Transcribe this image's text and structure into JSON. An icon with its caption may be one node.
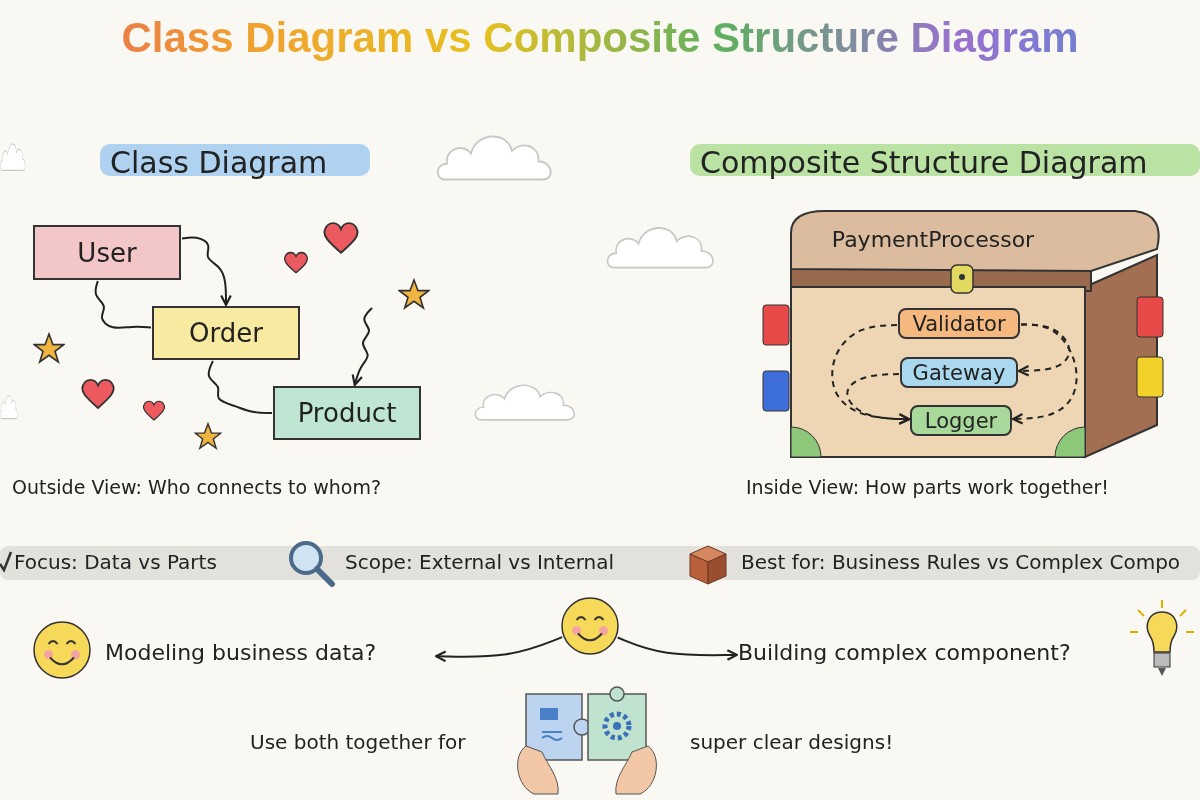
{
  "diagram": {
    "title": "Class Diagram vs Composite Structure Diagram",
    "nodes": [
      {
        "text": [
          "User"
        ]
      },
      {
        "text": [
          "Order"
        ]
      },
      {
        "text": [
          "Product"
        ]
      },
      {
        "text": [
          "PaymentProcessor"
        ]
      },
      {
        "text": [
          "Validator"
        ],
        "in": 3
      },
      {
        "text": [
          "Gateway"
        ],
        "in": 3
      },
      {
        "text": [
          "Logger"
        ],
        "in": 3
      },
      {
        "text": [
          "Modeling business data?"
        ]
      },
      {
        "text": [],
        "shape": "circle"
      },
      {
        "text": [
          "Building complex component?"
        ]
      }
    ],
    "edges": [
      {
        "from": 0,
        "to": 1,
        "arrow": "to"
      },
      {
        "from": 0,
        "to": 1,
        "arrow": "none"
      },
      {
        "from": 1,
        "to": 2,
        "arrow": "none"
      },
      {
        "from": null,
        "to": 2,
        "arrow": "to"
      },
      {
        "from": 4,
        "to": 5,
        "arrow": "to",
        "style": "dashed"
      },
      {
        "from": 4,
        "to": 6,
        "arrow": "to",
        "style": "dashed"
      },
      {
        "from": 4,
        "to": 6,
        "arrow": "to",
        "style": "dashed"
      },
      {
        "from": 5,
        "to": 6,
        "arrow": "to",
        "style": "dashed"
      },
      {
        "from": 8,
        "to": 7,
        "arrow": "to"
      },
      {
        "from": 8,
        "to": 9,
        "arrow": "to"
      }
    ],
    "labels": [
      "Class Diagram",
      "Composite Structure Diagram",
      "Outside View: Who connects to whom?",
      "Inside View: How parts work together!",
      "Focus: Data vs Parts",
      "Scope: External vs Internal",
      "Best for: Business Rules vs Complex Compo",
      "Use both together for",
      "super clear designs!"
    ]
  }
}
